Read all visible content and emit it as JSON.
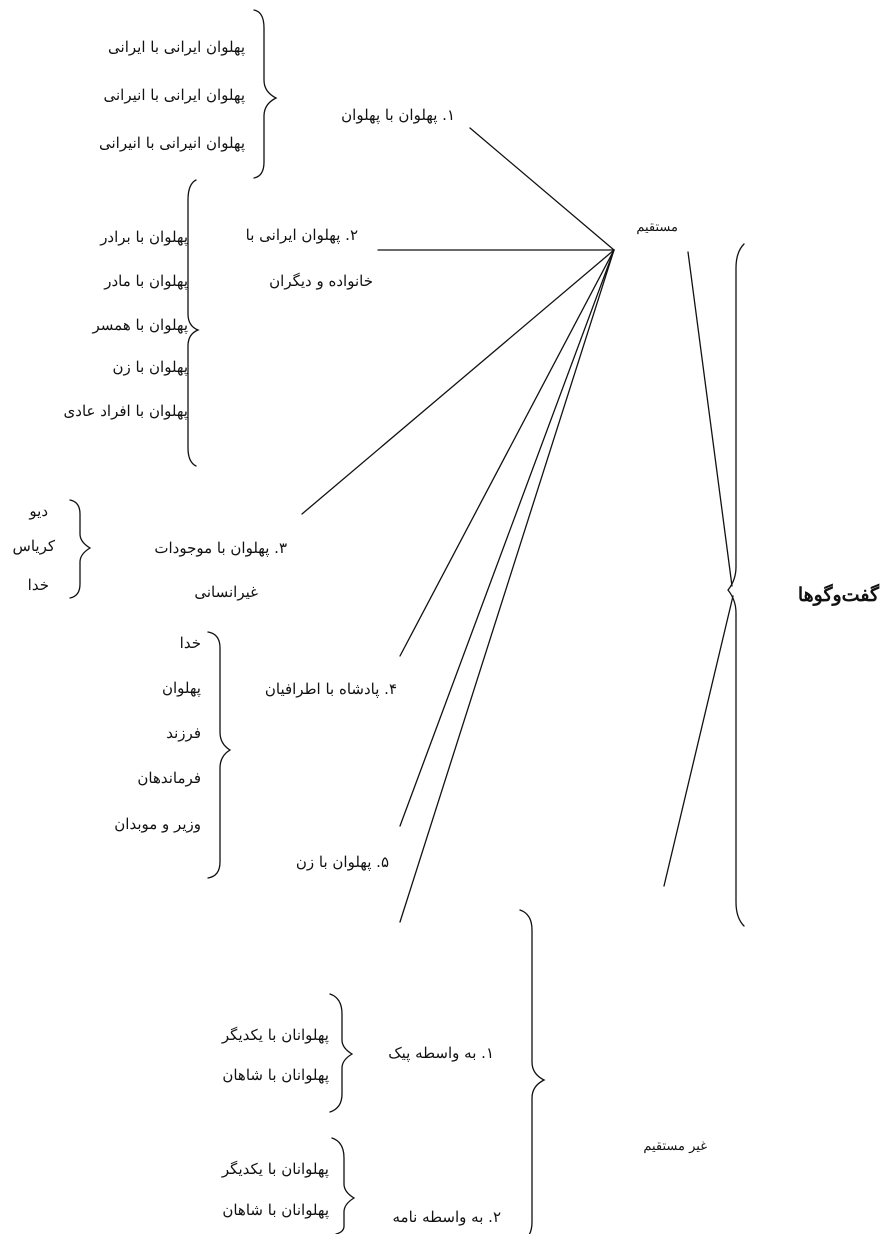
{
  "root": "گفت‌وگوها",
  "direct": {
    "label": "مستقیم",
    "groups": [
      {
        "label": "۱. پهلوان با پهلوان",
        "items": [
          "پهلوان ایرانی با ایرانی",
          "پهلوان ایرانی با انیرانی",
          "پهلوان انیرانی با انیرانی"
        ]
      },
      {
        "label_line1": "۲. پهلوان ایرانی با",
        "label_line2": "خانواده و دیگران",
        "items": [
          "پهلوان با برادر",
          "پهلوان با مادر",
          "پهلوان با همسر",
          "پهلوان با زن",
          "پهلوان با افراد عادی"
        ]
      },
      {
        "label_line1": "۳. پهلوان با موجودات",
        "label_line2": "غیرانسانی",
        "items": [
          "دیو",
          "کریاس",
          "خدا"
        ]
      },
      {
        "label": "۴. پادشاه با اطرافیان",
        "items": [
          "خدا",
          "پهلوان",
          "فرزند",
          "فرماندهان",
          "وزیر و موبدان"
        ]
      },
      {
        "label": "۵. پهلوان با زن"
      }
    ]
  },
  "indirect": {
    "label": "غیر مستقیم",
    "groups": [
      {
        "label": "۱. به واسطه پیک",
        "items": [
          "پهلوانان با یکدیگر",
          "پهلوانان با شاهان"
        ]
      },
      {
        "label": "۲. به واسطه نامه",
        "items": [
          "پهلوانان با یکدیگر",
          "پهلوانان با شاهان"
        ]
      }
    ]
  }
}
